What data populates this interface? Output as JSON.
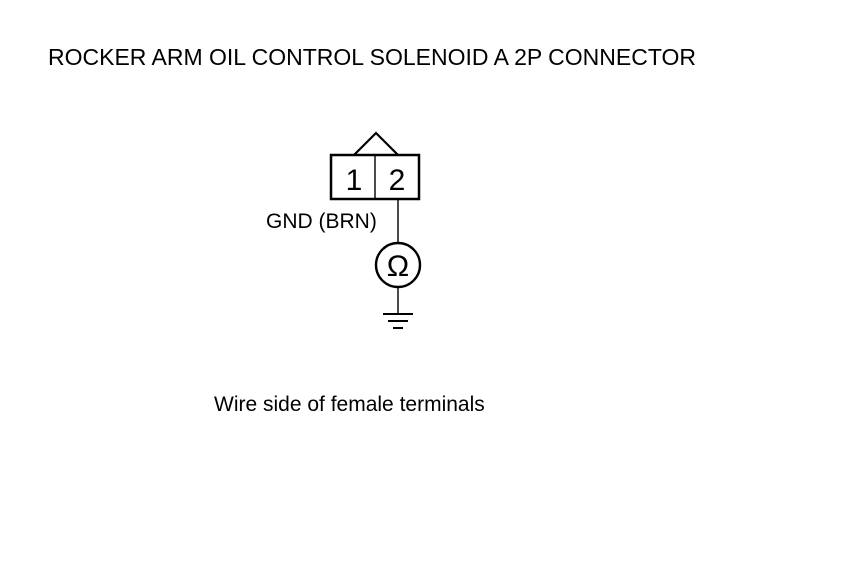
{
  "title": "ROCKER ARM OIL CONTROL SOLENOID A 2P CONNECTOR",
  "connector": {
    "terminals": [
      "1",
      "2"
    ]
  },
  "wire": {
    "label": "GND (BRN)"
  },
  "meter": {
    "symbol": "Ω"
  },
  "ground_symbol": "ground-icon",
  "caption": "Wire side of female terminals"
}
